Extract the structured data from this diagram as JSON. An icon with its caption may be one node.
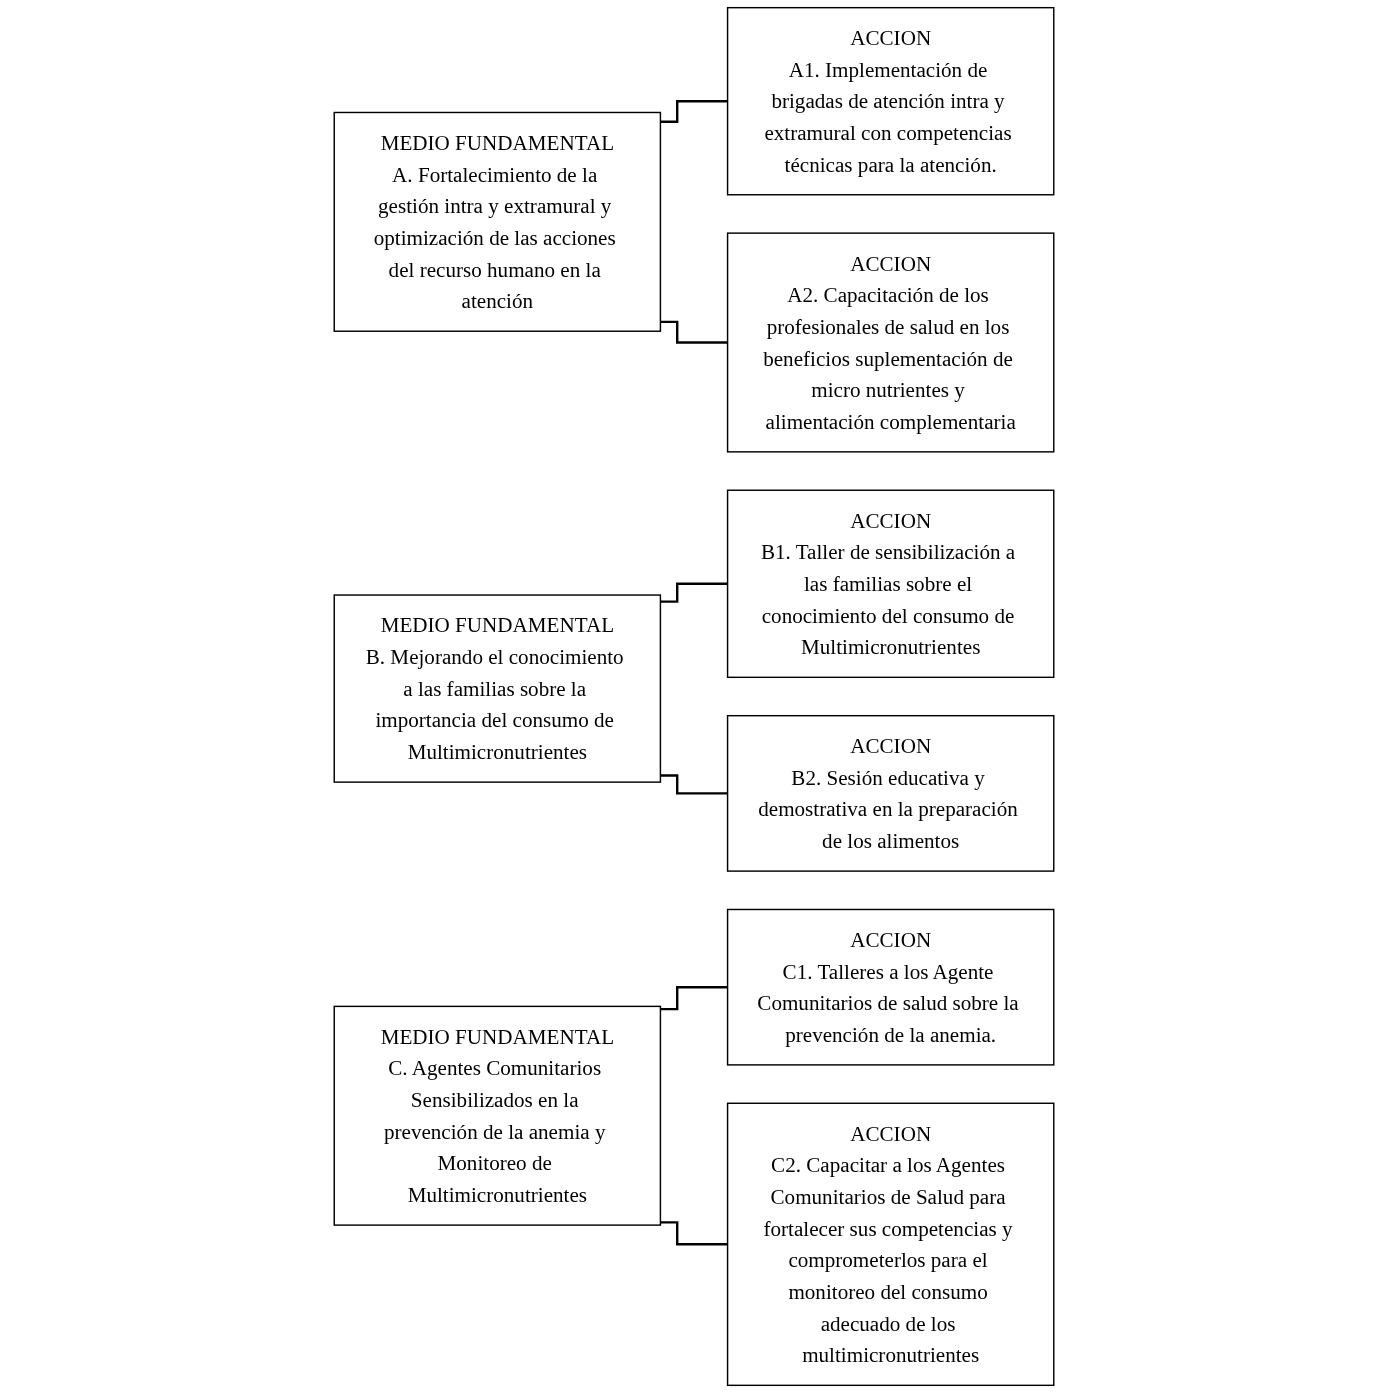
{
  "diagram": {
    "nodes": [
      {
        "text": [
          "MEDIO FUNDAMENTAL",
          "A. Fortalecimiento de la gestión intra y extramural y optimización de las acciones del recurso humano en la atención"
        ]
      },
      {
        "text": [
          "ACCION",
          "A1. Implementación de brigadas de atención intra y extramural con competencias técnicas para la atención."
        ]
      },
      {
        "text": [
          "ACCION",
          "A2. Capacitación de los profesionales de salud en los beneficios suplementación de micro nutrientes y alimentación complementaria"
        ]
      },
      {
        "text": [
          "MEDIO FUNDAMENTAL",
          "B. Mejorando el conocimiento a las familias sobre la importancia del consumo de Multimicronutrientes"
        ]
      },
      {
        "text": [
          "ACCION",
          "B1. Taller de sensibilización a las familias sobre el conocimiento del consumo de Multimicronutrientes"
        ]
      },
      {
        "text": [
          "ACCION",
          "B2. Sesión educativa y demostrativa en la preparación de los alimentos"
        ]
      },
      {
        "text": [
          "MEDIO FUNDAMENTAL",
          "C. Agentes Comunitarios Sensibilizados en la prevención de la anemia y Monitoreo de Multimicronutrientes"
        ]
      },
      {
        "text": [
          "ACCION",
          "C1. Talleres a los Agente Comunitarios de salud sobre la prevención de la anemia."
        ]
      },
      {
        "text": [
          "ACCION",
          "C2. Capacitar a los Agentes Comunitarios de Salud para fortalecer sus competencias y comprometerlos para el monitoreo del consumo adecuado de los multimicronutrientes"
        ]
      }
    ],
    "edges": [
      {
        "from": 0,
        "to": 1,
        "arrow": "none"
      },
      {
        "from": 0,
        "to": 2,
        "arrow": "none"
      },
      {
        "from": 3,
        "to": 4,
        "arrow": "none"
      },
      {
        "from": 3,
        "to": 5,
        "arrow": "none"
      },
      {
        "from": 6,
        "to": 7,
        "arrow": "none"
      },
      {
        "from": 6,
        "to": 8,
        "arrow": "none"
      }
    ]
  }
}
